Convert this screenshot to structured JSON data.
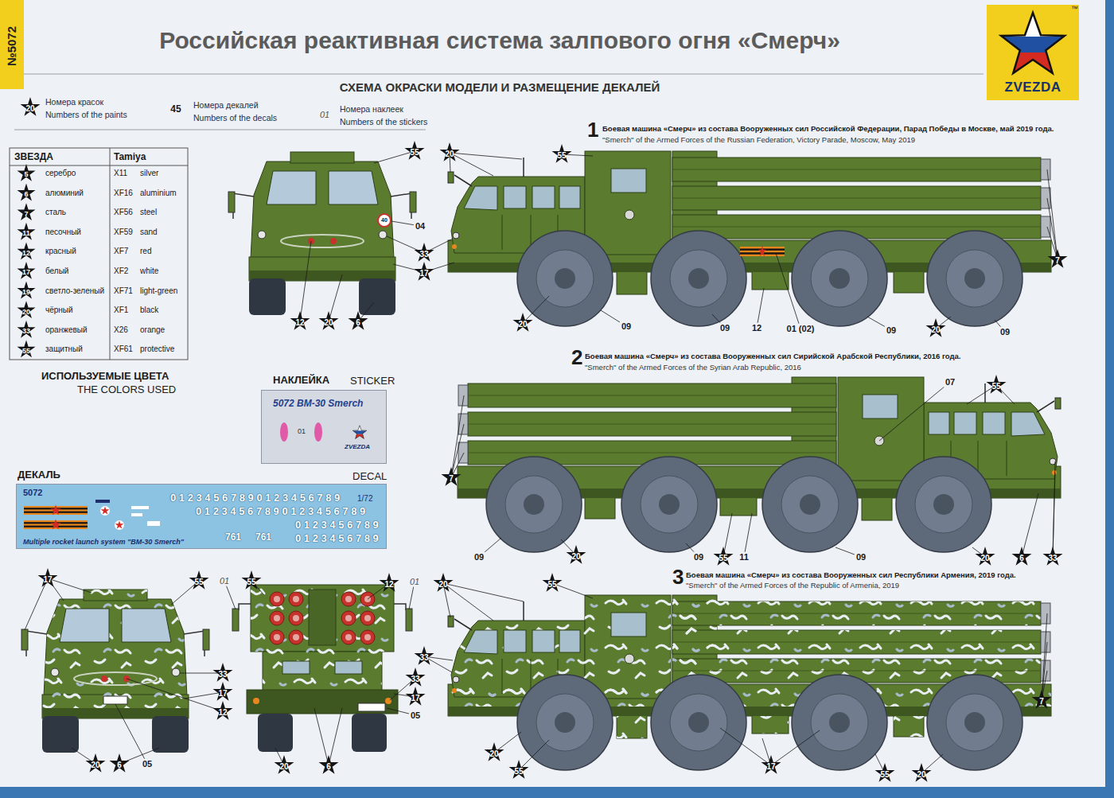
{
  "diagram": {
    "title": "Российская реактивная система залпового огня «Смерч»",
    "nodes": [
      {
        "text": [
          "5072 BM-30 Smerch",
          "01",
          "ZVEZDA"
        ]
      },
      {
        "text": [
          "5072",
          "1/72",
          "0 1 2 3 4 5 6 7 8 9 0 1 2 3 4 5 6 7 8 9",
          "0 1 2 3 4 5 6 7 8 9 0 1 2 3 4 5 6 7 8 9",
          "0 1 2 3 4 5 6 7 8 9",
          "761",
          "761",
          "0 1 2 3 4 5 6 7 8 9",
          "Multiple rocket launch system \"BM-30 Smerch\""
        ]
      }
    ],
    "labels": [
      "№5072",
      "СХЕМА ОКРАСКИ МОДЕЛИ И РАЗМЕЩЕНИЕ ДЕКАЛЕЙ",
      "ZVEZDA",
      "™",
      "20",
      "Номера красок",
      "Numbers of the paints",
      "45",
      "Номера декалей",
      "Numbers of the decals",
      "01",
      "Номера наклеек",
      "Numbers of the stickers",
      "ЗВЕЗДА",
      "Tamiya",
      "5",
      "серебро",
      "X11",
      "silver",
      "6",
      "алюминий",
      "XF16",
      "aluminium",
      "7",
      "сталь",
      "XF56",
      "steel",
      "11",
      "песочный",
      "XF59",
      "sand",
      "12",
      "красный",
      "XF7",
      "red",
      "17",
      "белый",
      "XF2",
      "white",
      "19",
      "светло-зеленый",
      "XF71",
      "light-green",
      "20",
      "чёрный",
      "XF1",
      "black",
      "33",
      "оранжевый",
      "X26",
      "orange",
      "55",
      "защитный",
      "XF61",
      "protective",
      "ИСПОЛЬЗУЕМЫЕ ЦВЕТА",
      "THE COLORS USED",
      "НАКЛЕЙКА",
      "STICKER",
      "ДЕКАЛЬ",
      "DECAL",
      "1",
      "Боевая машина «Смерч» из состава Вооруженных сил Российской Федерации, Парад Победы в Москве, май 2019 года.",
      "\"Smerch\" of the Armed Forces of the Russian Federation, Victory Parade, Moscow, May 2019",
      "55",
      "20",
      "55",
      "40",
      "04",
      "33",
      "17",
      "7",
      "12",
      "20",
      "6",
      "20",
      "09",
      "09",
      "12",
      "01 (02)",
      "09",
      "20",
      "09",
      "2",
      "Боевая машина «Смерч» из состава Вооруженных сил Сирийской Арабской Республики, 2016 года.",
      "\"Smerch\" of the Armed Forces of the Syrian Arab Republic, 2016",
      "07",
      "55",
      "7",
      "09",
      "20",
      "09",
      "55",
      "11",
      "09",
      "20",
      "6",
      "33",
      "17",
      "55",
      "01",
      "55",
      "12",
      "01",
      "20",
      "55",
      "3",
      "Боевая машина «Смерч» из состава Вооруженных сил Республики Армения, 2019 года.",
      "\"Smerch\" of the Armed Forces of the Republic of Armenia, 2019",
      "33",
      "17",
      "12",
      "33",
      "33",
      "17",
      "05",
      "20",
      "6",
      "05",
      "20",
      "6",
      "20",
      "55",
      "17",
      "55",
      "20",
      "7"
    ]
  }
}
